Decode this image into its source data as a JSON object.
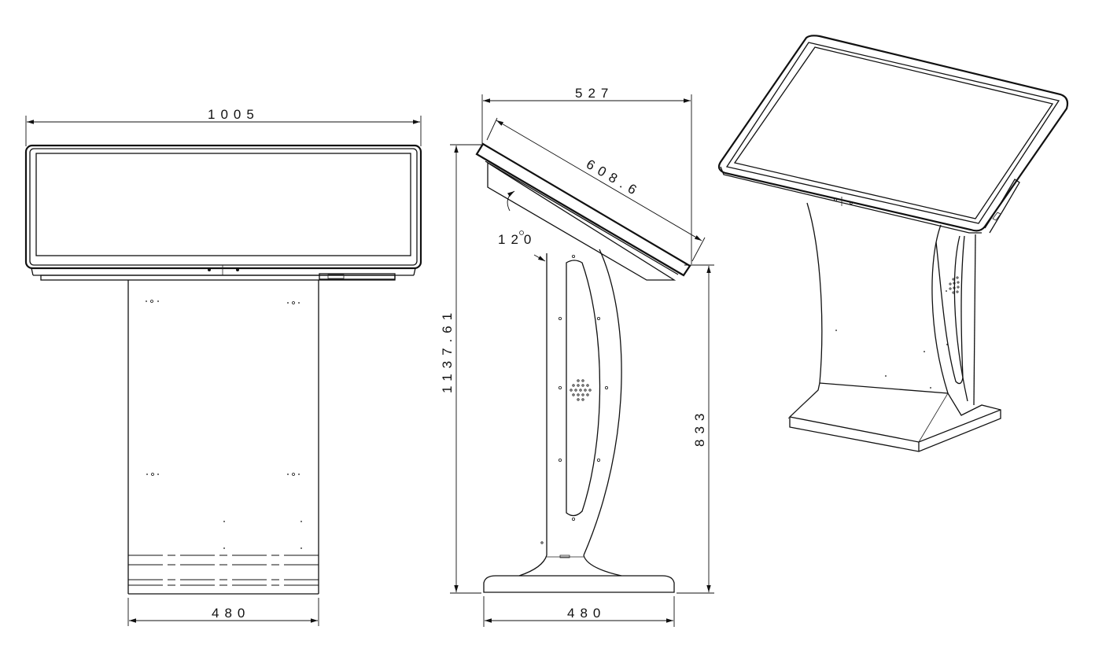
{
  "dimensions": {
    "front_width": "1005",
    "front_base_width": "480",
    "side_depth": "527",
    "side_screen_length": "608.6",
    "side_angle": "120",
    "side_total_height": "1137.61",
    "side_base_height": "833",
    "side_base_width": "480"
  }
}
